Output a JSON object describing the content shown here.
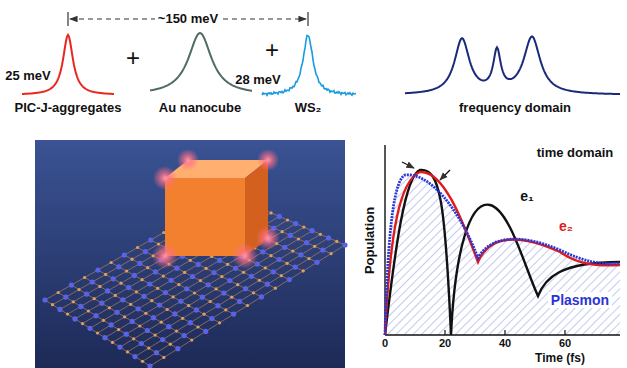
{
  "diagram": {
    "labels": [
      "~150 meV",
      "25 meV",
      "+",
      "+",
      "28 meV",
      "PIC-J-aggregates",
      "Au nanocube",
      "WS₂",
      "frequency domain",
      "time domain",
      "e₁",
      "e₂",
      "Plasmon",
      "Population",
      "0",
      "20",
      "40",
      "60",
      "Time (fs)"
    ]
  }
}
